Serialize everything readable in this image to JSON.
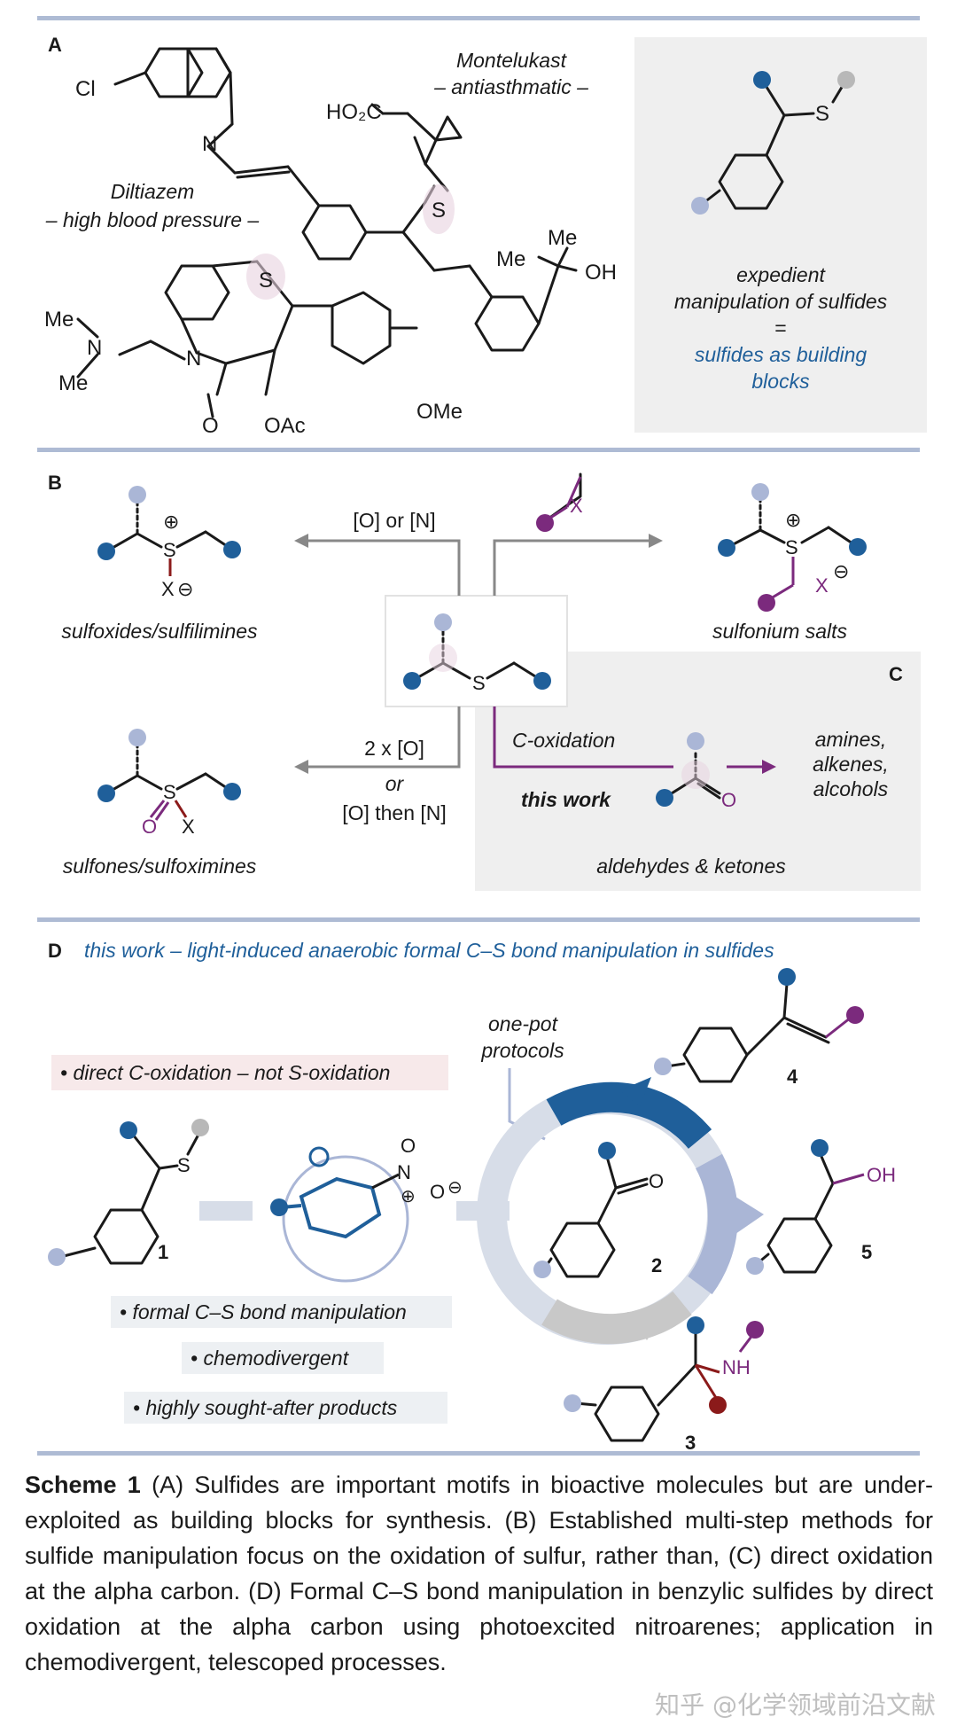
{
  "panelA": {
    "label": "A",
    "montelukast_name": "Montelukast",
    "montelukast_use": "– antiasthmatic –",
    "diltiazem_name": "Diltiazem",
    "diltiazem_use": "– high blood pressure –",
    "atoms": {
      "cl": "Cl",
      "n": "N",
      "ho2c": "HO₂C",
      "s": "S",
      "me": "Me",
      "oh": "OH",
      "ome": "OMe",
      "oac": "OAc",
      "o": "O"
    },
    "box_line1": "expedient",
    "box_line2": "manipulation of sulfides",
    "box_line3": "=",
    "box_line4": "sulfides as building",
    "box_line5": "blocks"
  },
  "panelB": {
    "label": "B",
    "oxid_or_n": "[O] or [N]",
    "sulfoxides": "sulfoxides/sulfilimines",
    "sulfonium": "sulfonium salts",
    "two_o": "2 x [O]",
    "or": "or",
    "o_then_n": "[O] then [N]",
    "sulfones": "sulfones/sulfoximines",
    "x": "X",
    "s": "S",
    "o": "O"
  },
  "panelC": {
    "label": "C",
    "c_oxidation": "C-oxidation",
    "this_work": "this work",
    "products": [
      "amines,",
      "alkenes,",
      "alcohols"
    ],
    "aldehydes": "aldehydes & ketones"
  },
  "panelD": {
    "label": "D",
    "title": "this work – light-induced anaerobic formal C–S bond manipulation in sulfides",
    "direct": "• direct C-oxidation – not S-oxidation",
    "one_pot_1": "one-pot",
    "one_pot_2": "protocols",
    "formal": "• formal C–S bond manipulation",
    "chemodivergent": "• chemodivergent",
    "highly": "• highly sought-after products",
    "compounds": [
      "1",
      "2",
      "3",
      "4",
      "5"
    ],
    "nh": "NH",
    "oh": "OH",
    "o": "O",
    "s": "S",
    "n": "N"
  },
  "caption": {
    "lead": "Scheme 1",
    "text": " (A) Sulfides are important motifs in bioactive molecules but are under-exploited as building blocks for synthesis. (B) Established multi-step methods for sulfide manipulation focus on the oxidation of sulfur, rather than, (C) direct oxidation at the alpha carbon. (D) Formal C–S bond manipulation in benzylic sulfides by direct oxidation at the alpha carbon using photoexcited nitroarenes; application in chemodivergent, telescoped processes."
  },
  "watermark": "知乎 @化学领域前沿文献",
  "colors": {
    "divider": "#aebbd4",
    "blue": "#1f5f9a",
    "purple": "#7b2a7d",
    "grey_box": "#efefef",
    "light_blue": "#aab6d6",
    "dark_red": "#8b1a1a"
  }
}
